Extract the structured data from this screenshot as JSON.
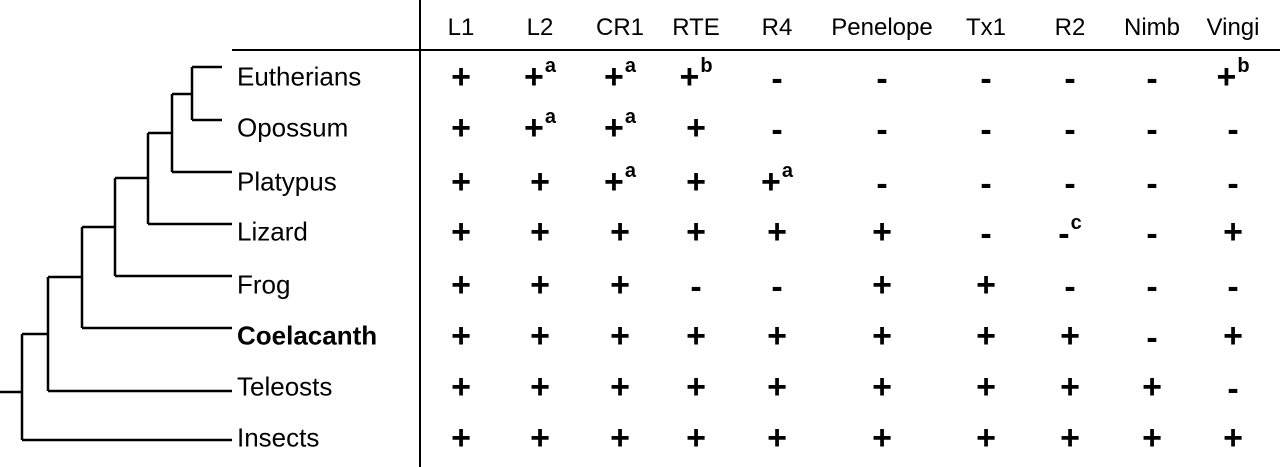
{
  "columns": [
    "L1",
    "L2",
    "CR1",
    "RTE",
    "R4",
    "Penelope",
    "Tx1",
    "R2",
    "Nimb",
    "Vingi"
  ],
  "rows": [
    {
      "taxon": "Eutherians",
      "bold": false,
      "cells": [
        [
          "+",
          ""
        ],
        [
          "+",
          "a"
        ],
        [
          "+",
          "a"
        ],
        [
          "+",
          "b"
        ],
        [
          "-",
          ""
        ],
        [
          "-",
          ""
        ],
        [
          "-",
          ""
        ],
        [
          "-",
          ""
        ],
        [
          "-",
          ""
        ],
        [
          "+",
          "b"
        ]
      ]
    },
    {
      "taxon": "Opossum",
      "bold": false,
      "cells": [
        [
          "+",
          ""
        ],
        [
          "+",
          "a"
        ],
        [
          "+",
          "a"
        ],
        [
          "+",
          ""
        ],
        [
          "-",
          ""
        ],
        [
          "-",
          ""
        ],
        [
          "-",
          ""
        ],
        [
          "-",
          ""
        ],
        [
          "-",
          ""
        ],
        [
          "-",
          ""
        ]
      ]
    },
    {
      "taxon": "Platypus",
      "bold": false,
      "cells": [
        [
          "+",
          ""
        ],
        [
          "+",
          ""
        ],
        [
          "+",
          "a"
        ],
        [
          "+",
          ""
        ],
        [
          "+",
          "a"
        ],
        [
          "-",
          ""
        ],
        [
          "-",
          ""
        ],
        [
          "-",
          ""
        ],
        [
          "-",
          ""
        ],
        [
          "-",
          ""
        ]
      ]
    },
    {
      "taxon": "Lizard",
      "bold": false,
      "cells": [
        [
          "+",
          ""
        ],
        [
          "+",
          ""
        ],
        [
          "+",
          ""
        ],
        [
          "+",
          ""
        ],
        [
          "+",
          ""
        ],
        [
          "+",
          ""
        ],
        [
          "-",
          ""
        ],
        [
          "-",
          "c"
        ],
        [
          "-",
          ""
        ],
        [
          "+",
          ""
        ]
      ]
    },
    {
      "taxon": "Frog",
      "bold": false,
      "cells": [
        [
          "+",
          ""
        ],
        [
          "+",
          ""
        ],
        [
          "+",
          ""
        ],
        [
          "-",
          ""
        ],
        [
          "-",
          ""
        ],
        [
          "+",
          ""
        ],
        [
          "+",
          ""
        ],
        [
          "-",
          ""
        ],
        [
          "-",
          ""
        ],
        [
          "-",
          ""
        ]
      ]
    },
    {
      "taxon": "Coelacanth",
      "bold": true,
      "cells": [
        [
          "+",
          ""
        ],
        [
          "+",
          ""
        ],
        [
          "+",
          ""
        ],
        [
          "+",
          ""
        ],
        [
          "+",
          ""
        ],
        [
          "+",
          ""
        ],
        [
          "+",
          ""
        ],
        [
          "+",
          ""
        ],
        [
          "-",
          ""
        ],
        [
          "+",
          ""
        ]
      ]
    },
    {
      "taxon": "Teleosts",
      "bold": false,
      "cells": [
        [
          "+",
          ""
        ],
        [
          "+",
          ""
        ],
        [
          "+",
          ""
        ],
        [
          "+",
          ""
        ],
        [
          "+",
          ""
        ],
        [
          "+",
          ""
        ],
        [
          "+",
          ""
        ],
        [
          "+",
          ""
        ],
        [
          "+",
          ""
        ],
        [
          "-",
          ""
        ]
      ]
    },
    {
      "taxon": "Insects",
      "bold": false,
      "cells": [
        [
          "+",
          ""
        ],
        [
          "+",
          ""
        ],
        [
          "+",
          ""
        ],
        [
          "+",
          ""
        ],
        [
          "+",
          ""
        ],
        [
          "+",
          ""
        ],
        [
          "+",
          ""
        ],
        [
          "+",
          ""
        ],
        [
          "+",
          ""
        ],
        [
          "+",
          ""
        ]
      ]
    }
  ]
}
